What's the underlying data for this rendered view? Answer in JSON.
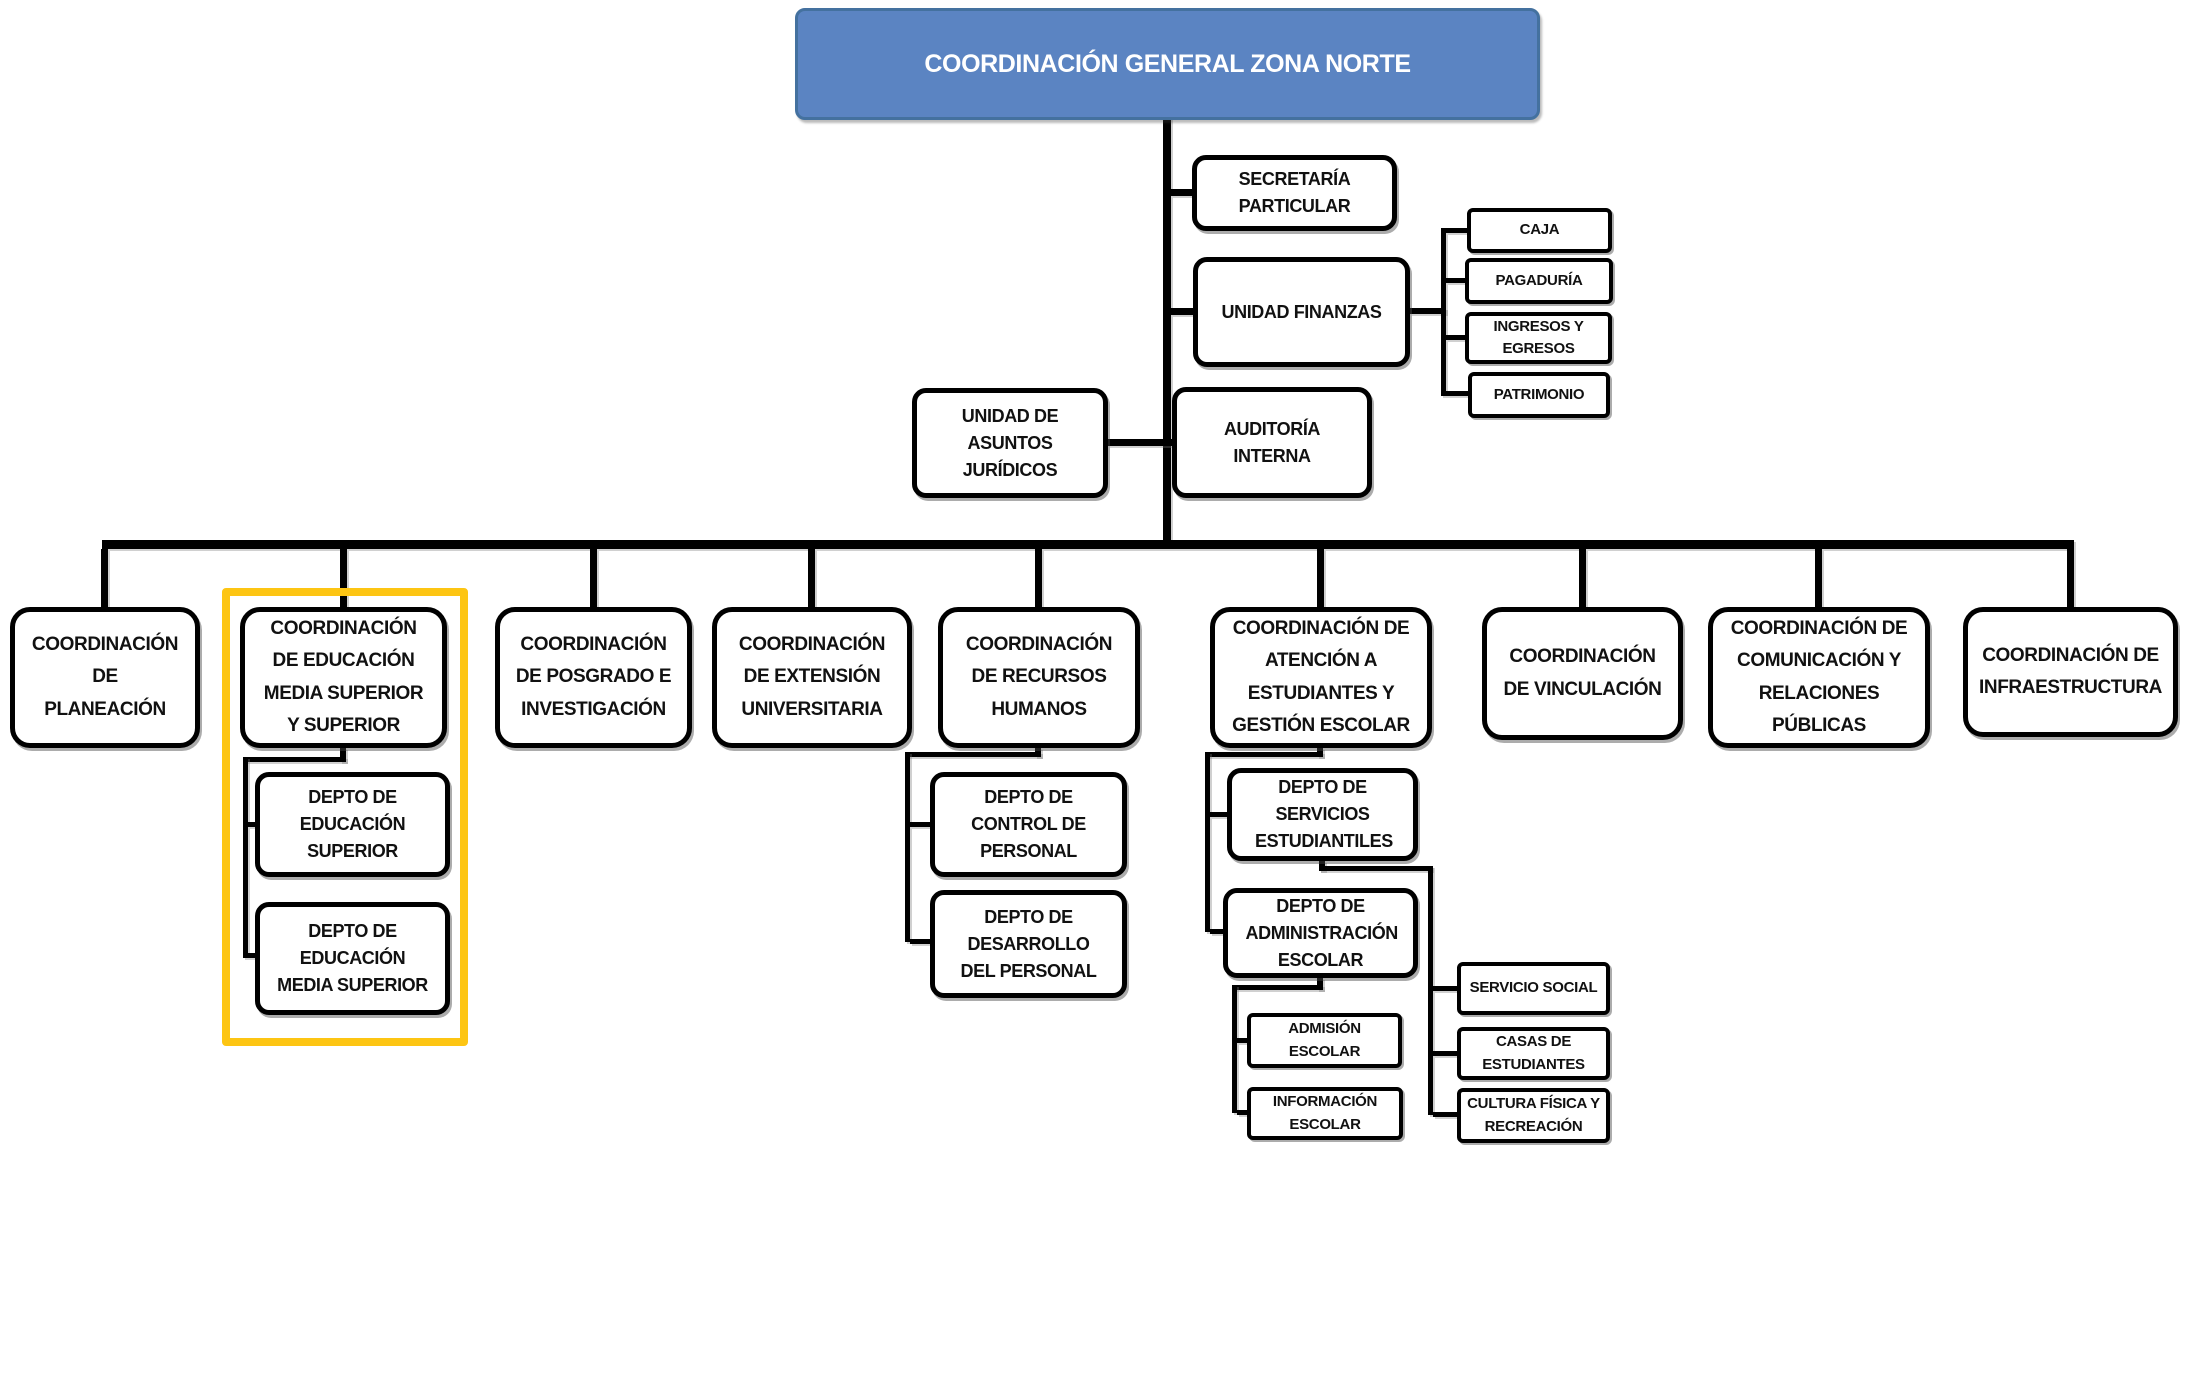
{
  "colors": {
    "root_fill": "#5b84c2",
    "root_border": "#44719f",
    "root_text": "#ffffff",
    "box_background": "#ffffff",
    "box_border": "#000000",
    "box_text": "#111111",
    "highlight_frame": "#fdc513",
    "connector": "#000000"
  },
  "org": {
    "root": {
      "label": "COORDINACIÓN GENERAL ZONA NORTE"
    },
    "staff": {
      "secretaria_particular": {
        "label": "SECRETARÍA PARTICULAR"
      },
      "unidad_finanzas": {
        "label": "UNIDAD FINANZAS",
        "children": [
          {
            "label": "CAJA"
          },
          {
            "label": "PAGADURÍA"
          },
          {
            "label": "INGRESOS Y EGRESOS"
          },
          {
            "label": "PATRIMONIO"
          }
        ]
      },
      "unidad_asuntos_juridicos": {
        "label": "UNIDAD DE ASUNTOS JURÍDICOS"
      },
      "auditoria_interna": {
        "label": "AUDITORÍA INTERNA"
      }
    },
    "coordinaciones": [
      {
        "label": "COORDINACIÓN DE PLANEACIÓN"
      },
      {
        "label": "COORDINACIÓN DE EDUCACIÓN MEDIA SUPERIOR Y SUPERIOR",
        "highlighted": true,
        "children": [
          {
            "label": "DEPTO DE EDUCACIÓN SUPERIOR"
          },
          {
            "label": "DEPTO DE EDUCACIÓN MEDIA SUPERIOR"
          }
        ]
      },
      {
        "label": "COORDINACIÓN DE POSGRADO E INVESTIGACIÓN"
      },
      {
        "label": "COORDINACIÓN DE EXTENSIÓN UNIVERSITARIA"
      },
      {
        "label": "COORDINACIÓN DE RECURSOS HUMANOS",
        "children": [
          {
            "label": "DEPTO DE CONTROL DE PERSONAL"
          },
          {
            "label": "DEPTO DE DESARROLLO DEL PERSONAL"
          }
        ]
      },
      {
        "label": "COORDINACIÓN DE ATENCIÓN A ESTUDIANTES Y GESTIÓN ESCOLAR",
        "children": [
          {
            "label": "DEPTO DE SERVICIOS ESTUDIANTILES",
            "children": [
              {
                "label": "SERVICIO SOCIAL"
              },
              {
                "label": "CASAS DE ESTUDIANTES"
              },
              {
                "label": "CULTURA FÍSICA Y RECREACIÓN"
              }
            ]
          },
          {
            "label": "DEPTO DE ADMINISTRACIÓN ESCOLAR",
            "children": [
              {
                "label": "ADMISIÓN ESCOLAR"
              },
              {
                "label": "INFORMACIÓN ESCOLAR"
              }
            ]
          }
        ]
      },
      {
        "label": "COORDINACIÓN DE VINCULACIÓN"
      },
      {
        "label": "COORDINACIÓN DE COMUNICACIÓN Y RELACIONES PÚBLICAS"
      },
      {
        "label": "COORDINACIÓN DE INFRAESTRUCTURA"
      }
    ]
  }
}
